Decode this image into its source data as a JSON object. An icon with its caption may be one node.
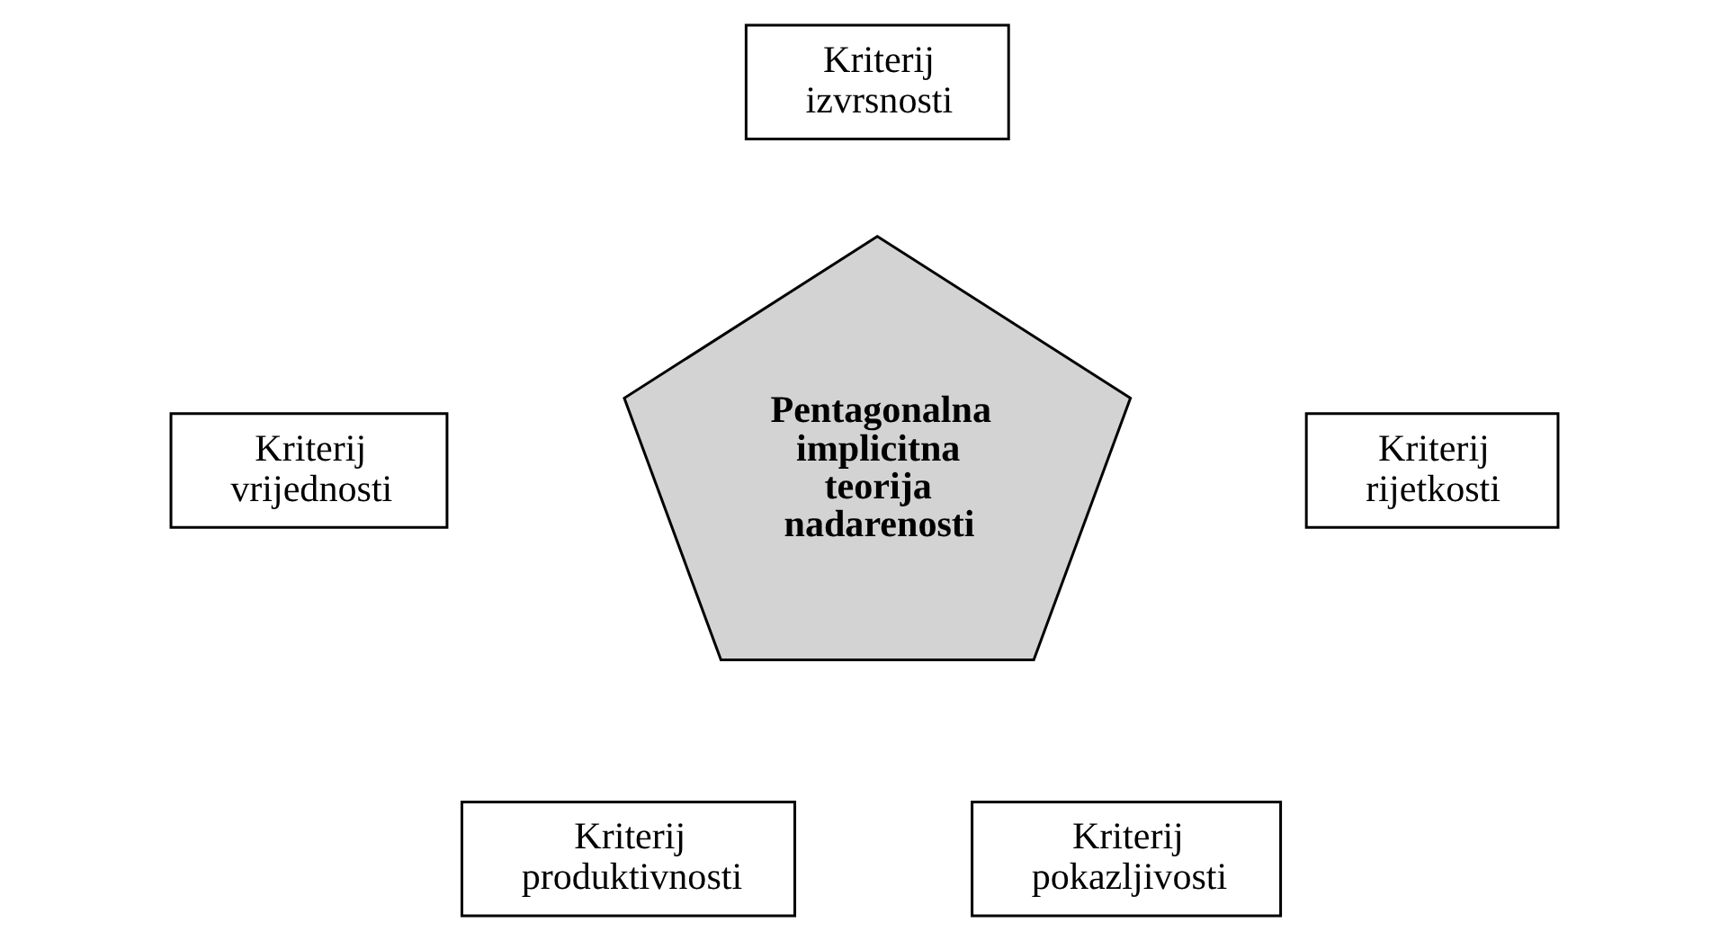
{
  "diagram": {
    "nodes": [
      {
        "text": [
          "Kriterij izvrsnosti"
        ]
      },
      {
        "text": [
          "Kriterij vrijednosti"
        ]
      },
      {
        "text": [
          "Pentagonalna implicitna teorija nadarenosti"
        ]
      },
      {
        "text": [
          "Kriterij rijetkosti"
        ]
      },
      {
        "text": [
          "Kriterij produktivnosti"
        ]
      },
      {
        "text": [
          "Kriterij pokazljivosti"
        ]
      }
    ]
  }
}
